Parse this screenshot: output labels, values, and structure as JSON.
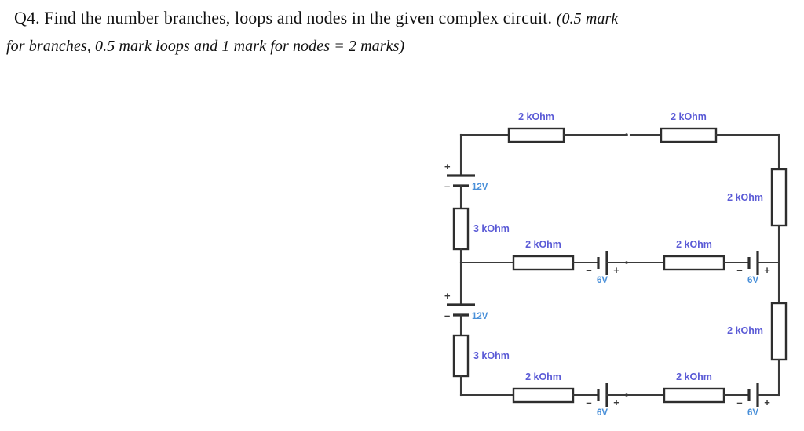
{
  "question": {
    "number": "Q4.",
    "line1_roman": "Q4. Find the number branches, loops and nodes in the given complex circuit.",
    "line1_italic": "(0.5 mark",
    "line2_italic": "for branches, 0.5 mark loops and 1 mark for nodes = 2 marks)"
  },
  "figure": {
    "title": "complex-circuit-diagram",
    "colors": {
      "wire": "#3a3a3a",
      "resistor_label": "#5b5bd6",
      "source_label": "#4a90d9",
      "background": "#ffffff"
    },
    "resistors": [
      {
        "id": "r-top-left",
        "label": "2 kOhm",
        "orientation": "horizontal"
      },
      {
        "id": "r-top-right",
        "label": "2 kOhm",
        "orientation": "horizontal"
      },
      {
        "id": "r-right-upper",
        "label": "2 kOhm",
        "orientation": "vertical"
      },
      {
        "id": "r-left-upper",
        "label": "3 kOhm",
        "orientation": "vertical"
      },
      {
        "id": "r-mid-left",
        "label": "2 kOhm",
        "orientation": "horizontal"
      },
      {
        "id": "r-mid-right",
        "label": "2 kOhm",
        "orientation": "horizontal"
      },
      {
        "id": "r-right-lower",
        "label": "2 kOhm",
        "orientation": "vertical"
      },
      {
        "id": "r-left-lower",
        "label": "3 kOhm",
        "orientation": "vertical"
      },
      {
        "id": "r-bottom-left",
        "label": "2 kOhm",
        "orientation": "horizontal"
      },
      {
        "id": "r-bottom-right",
        "label": "2 kOhm",
        "orientation": "horizontal"
      }
    ],
    "sources": [
      {
        "id": "v-left-upper",
        "label": "12V",
        "orientation": "vertical",
        "plus": "+",
        "minus": "–"
      },
      {
        "id": "v-left-lower",
        "label": "12V",
        "orientation": "vertical",
        "plus": "+",
        "minus": "–"
      },
      {
        "id": "v-mid-left",
        "label": "6V",
        "orientation": "horizontal",
        "plus": "+",
        "minus": "–"
      },
      {
        "id": "v-mid-right",
        "label": "6V",
        "orientation": "horizontal",
        "plus": "+",
        "minus": "–"
      },
      {
        "id": "v-bottom-left",
        "label": "6V",
        "orientation": "horizontal",
        "plus": "+",
        "minus": "–"
      },
      {
        "id": "v-bottom-right",
        "label": "6V",
        "orientation": "horizontal",
        "plus": "+",
        "minus": "–"
      }
    ]
  }
}
